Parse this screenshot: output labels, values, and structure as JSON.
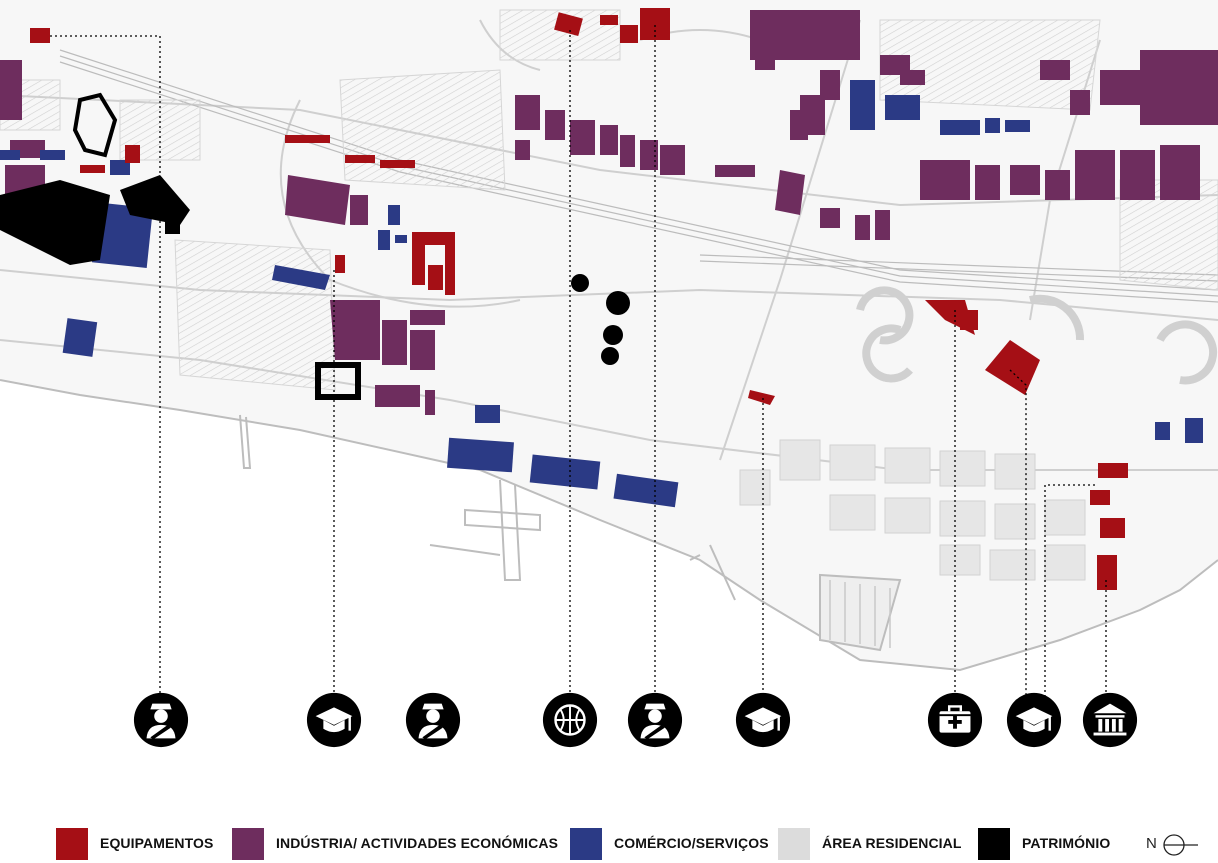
{
  "colors": {
    "equipamentos": "#a50f15",
    "industria": "#6e2d5e",
    "comercio": "#2b3a85",
    "residencial": "#dcdcdc",
    "patrimonio": "#000000",
    "water": "#ffffff",
    "roads": "#c8c8c8",
    "icon_bg": "#000000"
  },
  "legend": {
    "items": [
      {
        "key": "equipamentos",
        "label": "EQUIPAMENTOS"
      },
      {
        "key": "industria",
        "label": "INDÚSTRIA/ ACTIVIDADES ECONÓMICAS"
      },
      {
        "key": "comercio",
        "label": "COMÉRCIO/SERVIÇOS"
      },
      {
        "key": "residencial",
        "label": "ÁREA RESIDENCIAL"
      },
      {
        "key": "patrimonio",
        "label": "PATRIMÓNIO"
      }
    ]
  },
  "north_arrow": {
    "label": "N"
  },
  "poi_icons": [
    {
      "icon": "worker-icon"
    },
    {
      "icon": "graduation-cap-icon"
    },
    {
      "icon": "worker-icon"
    },
    {
      "icon": "basketball-icon"
    },
    {
      "icon": "worker-icon"
    },
    {
      "icon": "graduation-cap-icon"
    },
    {
      "icon": "first-aid-kit-icon"
    },
    {
      "icon": "graduation-cap-icon"
    },
    {
      "icon": "museum-icon"
    }
  ]
}
